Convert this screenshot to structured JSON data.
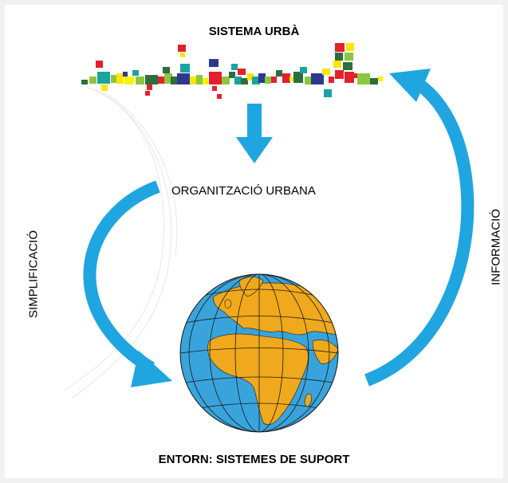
{
  "labels": {
    "top": "SISTEMA URBÀ",
    "middle": "ORGANITZACIÓ URBANA",
    "bottom": "ENTORN: SISTEMES DE SUPORT",
    "left": "SIMPLIFICACIÓ",
    "right": "INFORMACIÓ"
  },
  "colors": {
    "arrow": "#1fa6e0",
    "ocean": "#39a4dc",
    "land": "#f0a91c",
    "grid": "#000000",
    "background": "#ffffff",
    "page": "#f1f1f1"
  },
  "icons": {
    "city": "urban-skyline-icon",
    "globe": "earth-globe-icon"
  }
}
